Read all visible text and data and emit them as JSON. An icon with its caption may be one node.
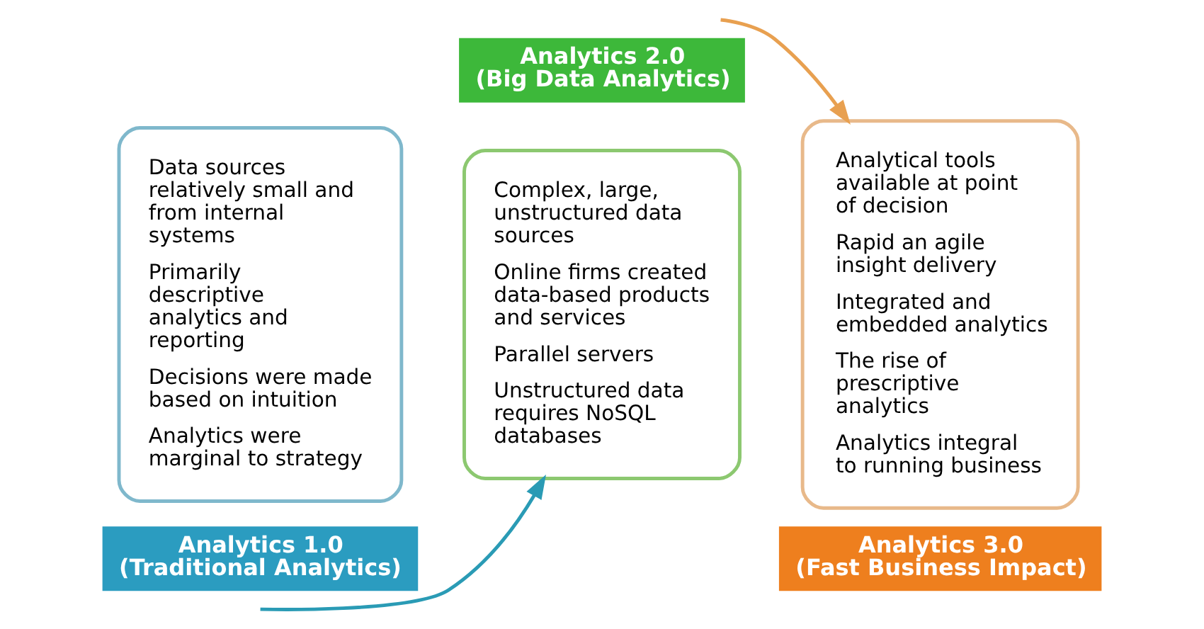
{
  "diagram": {
    "nodes": [
      {
        "text": [
          "Data sources relatively small and from internal systems",
          "Primarily descriptive analytics and reporting",
          "Decisions were made based on intuition",
          "Analytics were marginal to strategy"
        ]
      },
      {
        "text": [
          "Analytics 1.0",
          "(Traditional Analytics)"
        ]
      },
      {
        "text": [
          "Analytics 2.0",
          "(Big Data Analytics)"
        ]
      },
      {
        "text": [
          "Complex, large, unstructured data sources",
          "Online firms created data-based products and services",
          "Parallel servers",
          "Unstructured data requires NoSQL databases"
        ]
      },
      {
        "text": [
          "Analytical tools available at point of decision",
          "Rapid an agile insight delivery",
          "Integrated and embedded analytics",
          "The rise of prescriptive analytics",
          "Analytics integral to running business"
        ]
      },
      {
        "text": [
          "Analytics 3.0",
          "(Fast Business Impact)"
        ]
      }
    ],
    "edges": [
      {
        "from": null,
        "to": 3,
        "arrow": "to",
        "color": "#2a9bb5"
      },
      {
        "from": null,
        "to": 4,
        "arrow": "to",
        "color": "#e8a050"
      }
    ]
  }
}
